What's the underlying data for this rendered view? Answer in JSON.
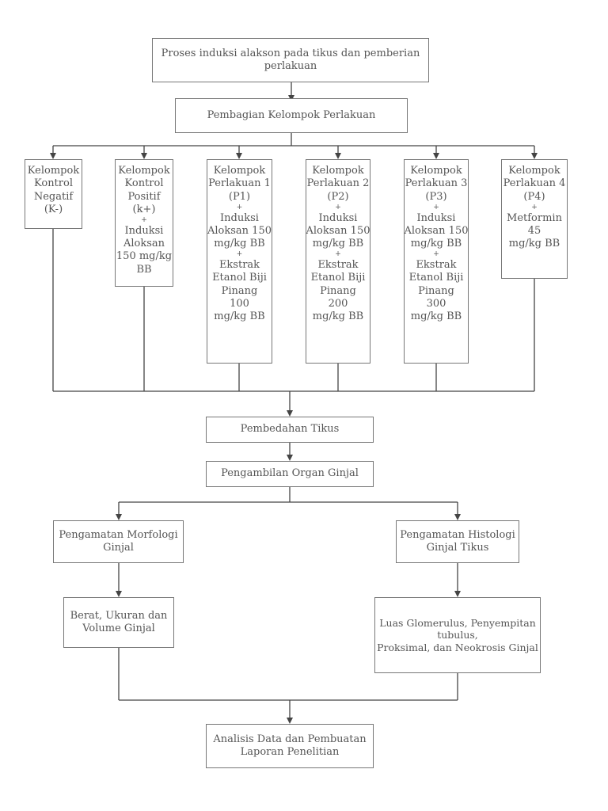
{
  "nodes": {
    "induction": [
      "Proses induksi alakson pada tikus dan pemberian",
      "perlakuan"
    ],
    "grouping": [
      "Pembagian Kelompok Perlakuan"
    ],
    "group_kn": [
      "Kelompok",
      "Kontrol",
      "Negatif",
      "(K-)"
    ],
    "group_kp": [
      "Kelompok",
      "Kontrol",
      "Positif",
      "(k+)",
      "+",
      "Induksi",
      "Aloksan",
      "150 mg/kg",
      "BB"
    ],
    "group_p1": [
      "Kelompok",
      "Perlakuan 1",
      "(P1)",
      "+",
      "Induksi",
      "Aloksan 150",
      "mg/kg BB",
      "+",
      "Ekstrak",
      "Etanol Biji",
      "Pinang",
      "100",
      "mg/kg BB"
    ],
    "group_p2": [
      "Kelompok",
      "Perlakuan 2",
      "(P2)",
      "+",
      "Induksi",
      "Aloksan 150",
      "mg/kg BB",
      "+",
      "Ekstrak",
      "Etanol Biji",
      "Pinang",
      "200",
      "mg/kg BB"
    ],
    "group_p3": [
      "Kelompok",
      "Perlakuan 3",
      "(P3)",
      "+",
      "Induksi",
      "Aloksan 150",
      "mg/kg BB",
      "+",
      "Ekstrak",
      "Etanol Biji",
      "Pinang",
      "300",
      "mg/kg BB"
    ],
    "group_p4": [
      "Kelompok",
      "Perlakuan 4",
      "(P4)",
      "+",
      "Metformin",
      "45",
      "mg/kg BB"
    ],
    "surgery": [
      "Pembedahan Tikus"
    ],
    "organ": [
      "Pengambilan Organ Ginjal"
    ],
    "morphology": [
      "Pengamatan Morfologi",
      "Ginjal"
    ],
    "histology": [
      "Pengamatan Histologi",
      "Ginjal Tikus"
    ],
    "morph_result": [
      "Berat, Ukuran dan",
      "Volume Ginjal"
    ],
    "histo_result": [
      "Luas Glomerulus, Penyempitan",
      "tubulus,",
      "Proksimal, dan Neokrosis Ginjal"
    ],
    "analysis": [
      "Analisis Data dan Pembuatan",
      "Laporan Penelitian"
    ]
  },
  "colors": {
    "line": "#444444",
    "border": "#777777",
    "text": "#555555"
  }
}
